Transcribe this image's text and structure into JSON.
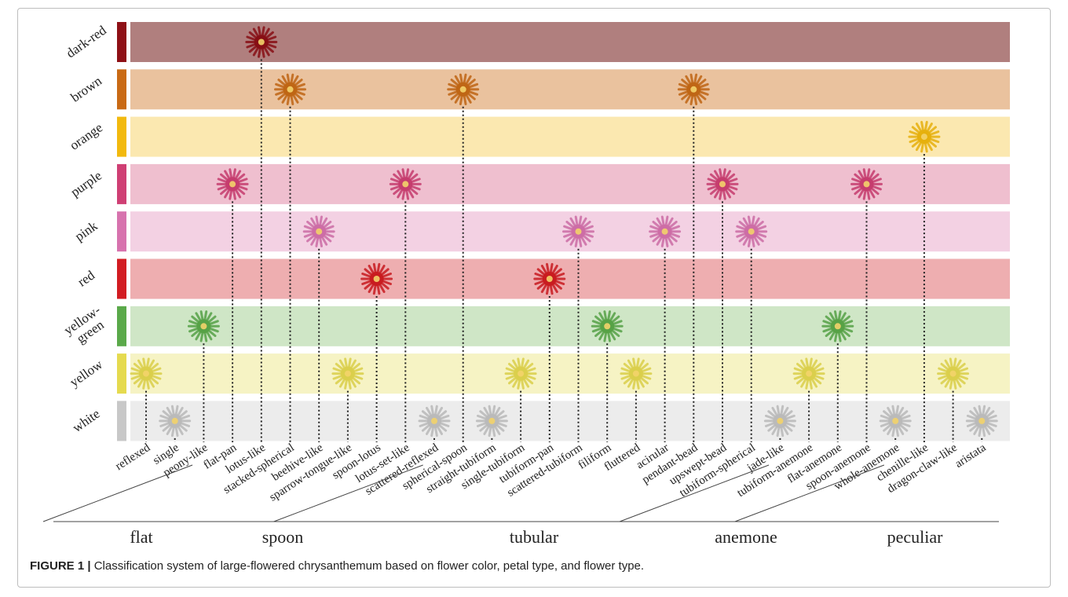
{
  "rows": [
    {
      "name": "dark-red",
      "label_lines": [
        "dark-red"
      ],
      "swatch": "#8e1016",
      "band": "#b07f7e"
    },
    {
      "name": "brown",
      "label_lines": [
        "brown"
      ],
      "swatch": "#c96a15",
      "band": "#eac29e"
    },
    {
      "name": "orange",
      "label_lines": [
        "orange"
      ],
      "swatch": "#f2b90e",
      "band": "#fbe8b0"
    },
    {
      "name": "purple",
      "label_lines": [
        "purple"
      ],
      "swatch": "#cf3f74",
      "band": "#efbfcf"
    },
    {
      "name": "pink",
      "label_lines": [
        "pink"
      ],
      "swatch": "#d773ae",
      "band": "#f3d1e3"
    },
    {
      "name": "red",
      "label_lines": [
        "red"
      ],
      "swatch": "#d21c22",
      "band": "#eeaeb0"
    },
    {
      "name": "yellow-green",
      "label_lines": [
        "yellow-",
        "green"
      ],
      "swatch": "#5aa94a",
      "band": "#cfe6c6"
    },
    {
      "name": "yellow",
      "label_lines": [
        "yellow"
      ],
      "swatch": "#e5da4f",
      "band": "#f6f3c4"
    },
    {
      "name": "white",
      "label_lines": [
        "white"
      ],
      "swatch": "#c8c8c8",
      "band": "#ececec"
    }
  ],
  "petal_types": [
    {
      "name": "reflexed",
      "row": "yellow"
    },
    {
      "name": "single",
      "row": "white"
    },
    {
      "name": "peony-like",
      "row": "yellow-green"
    },
    {
      "name": "flat-pan",
      "row": "purple"
    },
    {
      "name": "lotus-like",
      "row": "dark-red"
    },
    {
      "name": "stacked-spherical",
      "row": "brown"
    },
    {
      "name": "beehive-like",
      "row": "pink"
    },
    {
      "name": "sparrow-tongue-like",
      "row": "yellow"
    },
    {
      "name": "spoon-lotus",
      "row": "red"
    },
    {
      "name": "lotus-set-like",
      "row": "purple"
    },
    {
      "name": "scattered-reflexed",
      "row": "white"
    },
    {
      "name": "spherical-spoon",
      "row": "brown"
    },
    {
      "name": "straight-tubiform",
      "row": "white"
    },
    {
      "name": "single-tubiform",
      "row": "yellow"
    },
    {
      "name": "tubiform-pan",
      "row": "red"
    },
    {
      "name": "scattered-tubiform",
      "row": "pink"
    },
    {
      "name": "filiform",
      "row": "yellow-green"
    },
    {
      "name": "fluttered",
      "row": "yellow"
    },
    {
      "name": "acirular",
      "row": "pink"
    },
    {
      "name": "pendant-bead",
      "row": "brown"
    },
    {
      "name": "upswept-bead",
      "row": "purple"
    },
    {
      "name": "tubiform-spherical",
      "row": "pink"
    },
    {
      "name": "jade-like",
      "row": "white"
    },
    {
      "name": "tubiform-anemone",
      "row": "yellow"
    },
    {
      "name": "flat-anemone",
      "row": "yellow-green"
    },
    {
      "name": "spoon-anemone",
      "row": "purple"
    },
    {
      "name": "whole-anemone",
      "row": "white"
    },
    {
      "name": "chenille-like",
      "row": "orange"
    },
    {
      "name": "dragon-claw-like",
      "row": "yellow"
    },
    {
      "name": "aristata",
      "row": "white"
    }
  ],
  "flower_types": [
    "flat",
    "spoon",
    "tubular",
    "anemone",
    "peculiar"
  ],
  "caption": {
    "figure_label": "FIGURE 1 |",
    "text": " Classification system of large-flowered chrysanthemum based on flower color, petal type, and flower type."
  }
}
